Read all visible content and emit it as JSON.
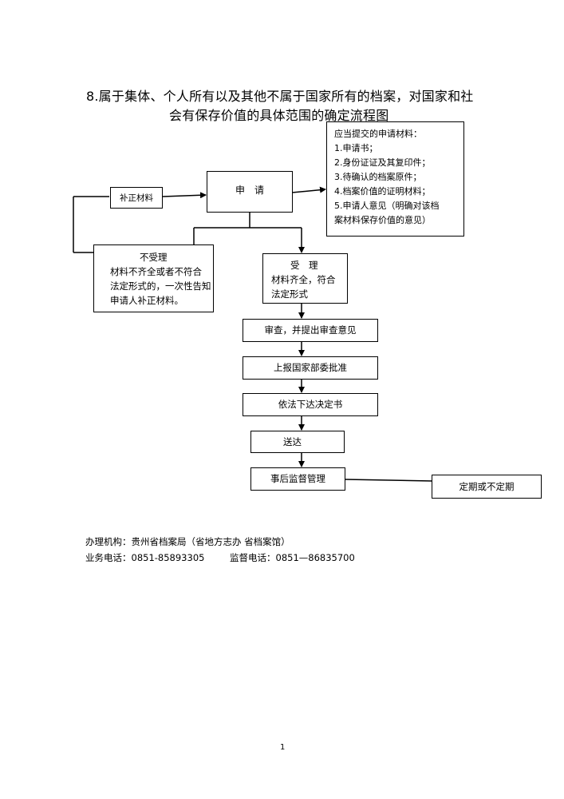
{
  "title": {
    "line1": "8.属于集体、个人所有以及其他不属于国家所有的档案，对国家和社",
    "line2": "会有保存价值的具体范围的确定流程图"
  },
  "materials": {
    "heading": "应当提交的申请材料：",
    "items": [
      "1.申请书；",
      "2.身份证证及其复印件；",
      "3.待确认的档案原件；",
      "4.档案价值的证明材料；",
      "5.申请人意见（明确对该档",
      "案材料保存价值的意见）"
    ]
  },
  "flow": {
    "apply": "申　请",
    "supplement": "补正材料",
    "reject": {
      "title": "不受理",
      "lines": [
        "材料不齐全或者不符合",
        "法定形式的，一次性告知",
        "申请人补正材料。"
      ]
    },
    "accept": {
      "title": "受　理",
      "lines": [
        "材料齐全，符合",
        "法定形式"
      ]
    },
    "review": "审查，并提出审查意见",
    "report": "上报国家部委批准",
    "decision": "依法下达决定书",
    "deliver": "送达",
    "supervise": "事后监督管理",
    "periodic": "定期或不定期"
  },
  "footer": {
    "agency": "办理机构：贵州省档案局（省地方志办 省档案馆）",
    "business_phone": "业务电话：0851-85893305",
    "supervision_phone": "监督电话：0851—86835700"
  },
  "page_number": "1"
}
